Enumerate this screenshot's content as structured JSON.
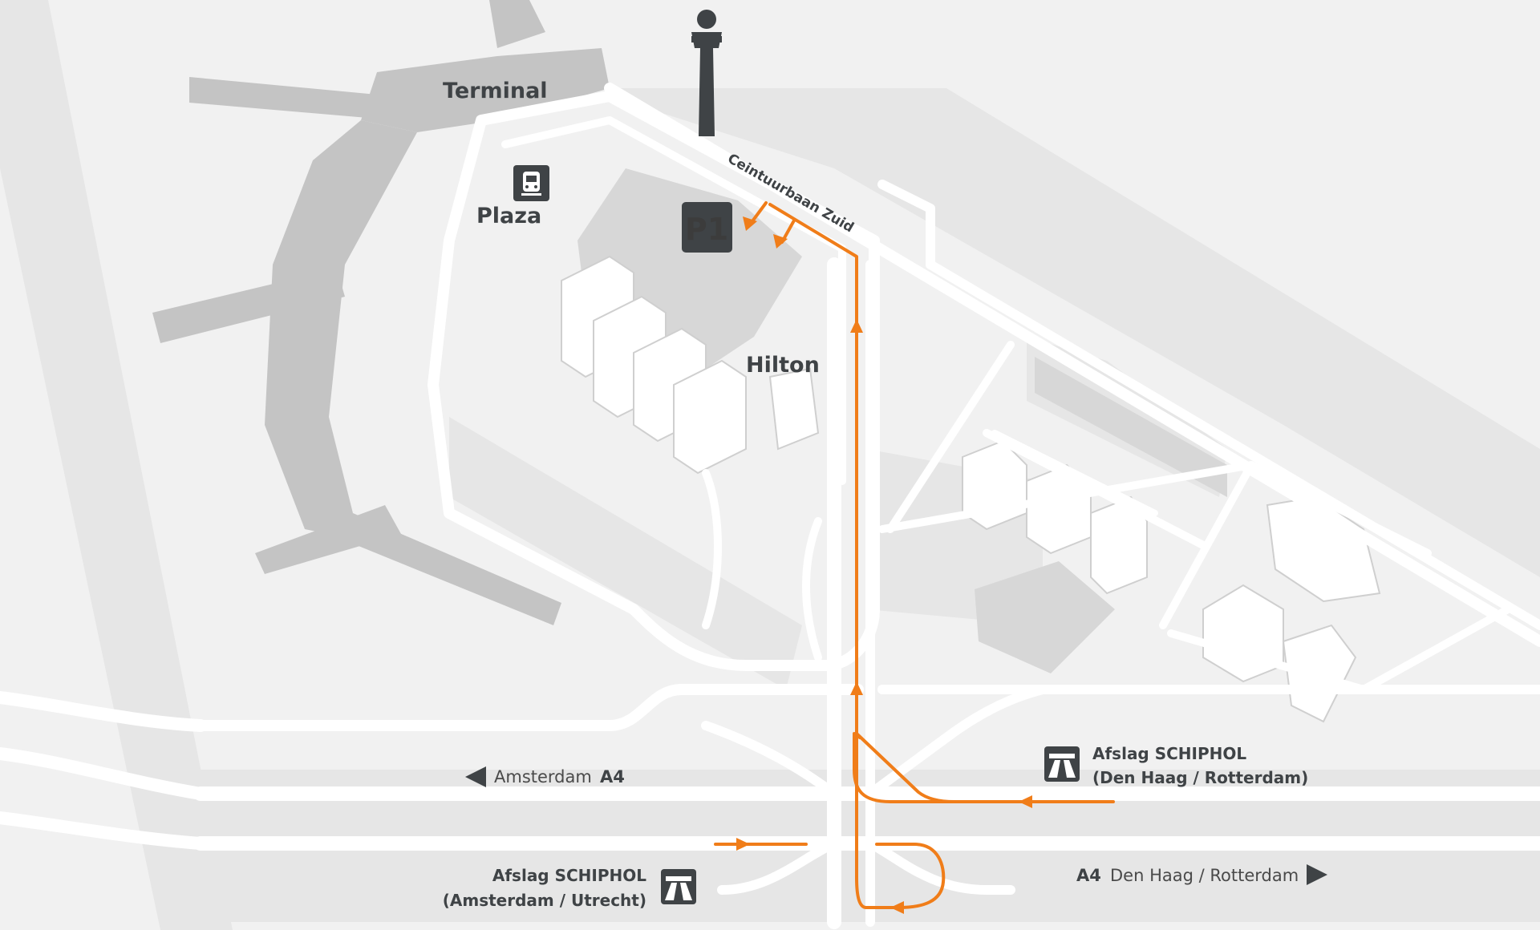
{
  "map": {
    "labels": {
      "terminal": "Terminal",
      "plaza": "Plaza",
      "hilton": "Hilton",
      "street": "Ceintuurbaan Zuid",
      "parking": "P1"
    },
    "directions": {
      "west_city": "Amsterdam",
      "west_road": "A4",
      "east_road": "A4",
      "east_city": "Den Haag / Rotterdam"
    },
    "exits": {
      "east": {
        "title": "Afslag SCHIPHOL",
        "subtitle": "(Den Haag / Rotterdam)"
      },
      "west": {
        "title": "Afslag SCHIPHOL",
        "subtitle": "(Amsterdam / Utrecht)"
      }
    },
    "icons": [
      "train-icon",
      "parking-icon",
      "highway-icon"
    ],
    "colors": {
      "route": "#f07d19",
      "background": "#f1f1f1",
      "road": "#ffffff",
      "terminal": "#c6c6c6",
      "icon": "#3f4346"
    }
  }
}
